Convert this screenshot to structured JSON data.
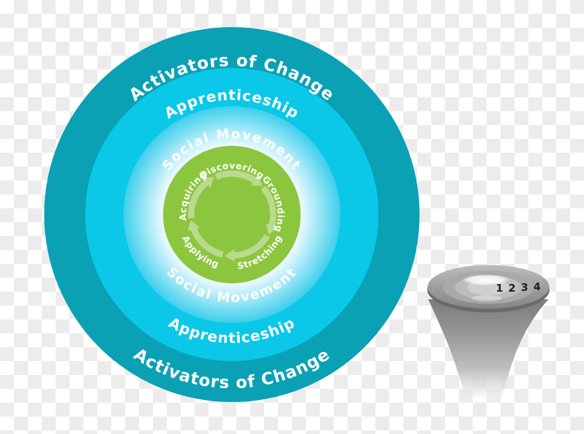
{
  "canvas": {
    "checker_light": "#ffffff",
    "checker_dark": "#ececec"
  },
  "model": {
    "rings": [
      {
        "label": "Activators of Change",
        "color": "#0aa1b5"
      },
      {
        "label": "Apprenticeship",
        "color": "#0bc7e8"
      },
      {
        "label": "Social Movement",
        "color_outer": "#3ecfec",
        "color_mid": "#a9e9f7",
        "color_inner": "#f4fcfe"
      }
    ],
    "cycle": {
      "color": "#8cc63f",
      "arrow_color": "#bada8e",
      "label_color": "#ffffff",
      "steps": [
        "Discovering",
        "Grounding",
        "Stretching",
        "Applying",
        "Acquiring"
      ]
    }
  },
  "funnel": {
    "levels": [
      "1",
      "2",
      "3",
      "4"
    ],
    "body_color": "#9a9a9a"
  }
}
